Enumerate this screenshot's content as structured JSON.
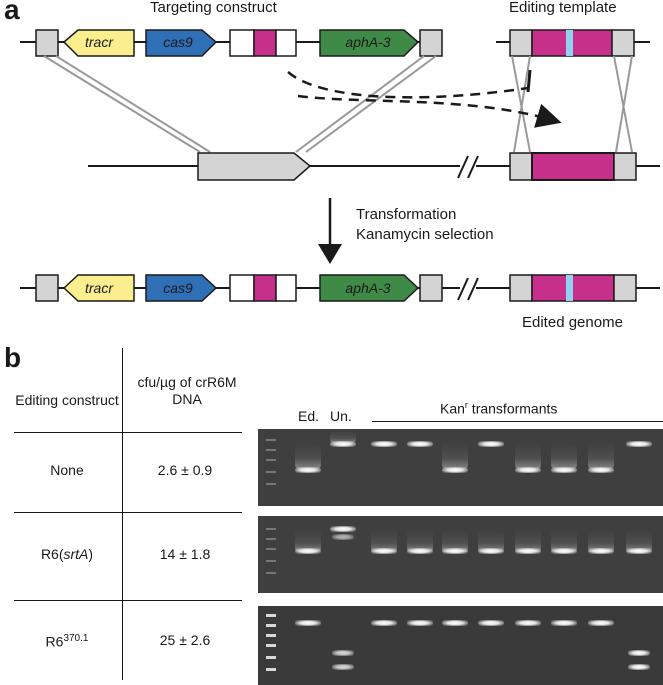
{
  "panel_a": {
    "letter": "a",
    "targeting_construct": "Targeting construct",
    "editing_template": "Editing template",
    "genes": {
      "tracr": "tracr",
      "cas9": "cas9",
      "aphA3": "aphA-3"
    },
    "transformation": "Transformation",
    "kanamycin_selection": "Kanamycin selection",
    "edited_genome": "Edited genome",
    "colors": {
      "tracr": "#fbee8e",
      "cas9": "#2f6fb6",
      "aphA3": "#3f8a47",
      "magenta": "#c7308a",
      "gray": "#d4d4d4",
      "edit_site": "#8fd3f0"
    }
  },
  "panel_b": {
    "letter": "b",
    "table": {
      "col1_header": "Editing construct",
      "col2_header": "cfu/µg of crR6M DNA",
      "rows": [
        {
          "construct": "None",
          "construct_pre": "None",
          "construct_italic": "",
          "construct_post": "",
          "construct_sup": "",
          "value": "2.6 ± 0.9"
        },
        {
          "construct": "R6(srtA)",
          "construct_pre": "R6(",
          "construct_italic": "srtA",
          "construct_post": ")",
          "construct_sup": "",
          "value": "14 ± 1.8"
        },
        {
          "construct": "R6370.1",
          "construct_pre": "R6",
          "construct_italic": "",
          "construct_post": "",
          "construct_sup": "370.1",
          "value": "25 ± 2.6"
        }
      ]
    },
    "gel": {
      "lane_ed": "Ed.",
      "lane_un": "Un.",
      "kan_label": "Kan",
      "kan_sup": "r",
      "kan_suffix": " transformants"
    }
  }
}
